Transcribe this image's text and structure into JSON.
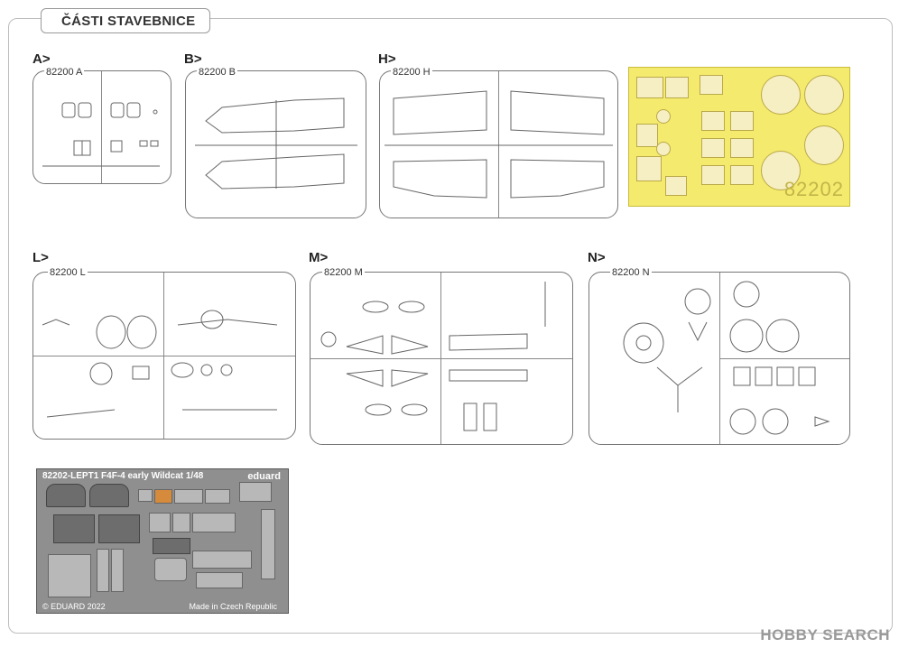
{
  "page": {
    "title": "ČÁSTI STAVEBNICE"
  },
  "sections": {
    "a": {
      "label": "A>",
      "code": "82200 A"
    },
    "b": {
      "label": "B>",
      "code": "82200 B"
    },
    "h": {
      "label": "H>",
      "code": "82200 H"
    },
    "l": {
      "label": "L>",
      "code": "82200 L"
    },
    "m": {
      "label": "M>",
      "code": "82200 M"
    },
    "n": {
      "label": "N>",
      "code": "82200 N"
    }
  },
  "mask": {
    "code": "82202"
  },
  "photoetch": {
    "header": "82202-LEPT1  F4F-4 early Wildcat   1/48",
    "brand": "eduard",
    "copyright": "© EDUARD 2022",
    "made_in": "Made in Czech Republic"
  },
  "watermark": {
    "text": "HOBBY SEARCH"
  },
  "colors": {
    "mask_fill": "#f4ea6d",
    "photoetch_fill": "#8f8f8f",
    "outline": "#777777"
  }
}
